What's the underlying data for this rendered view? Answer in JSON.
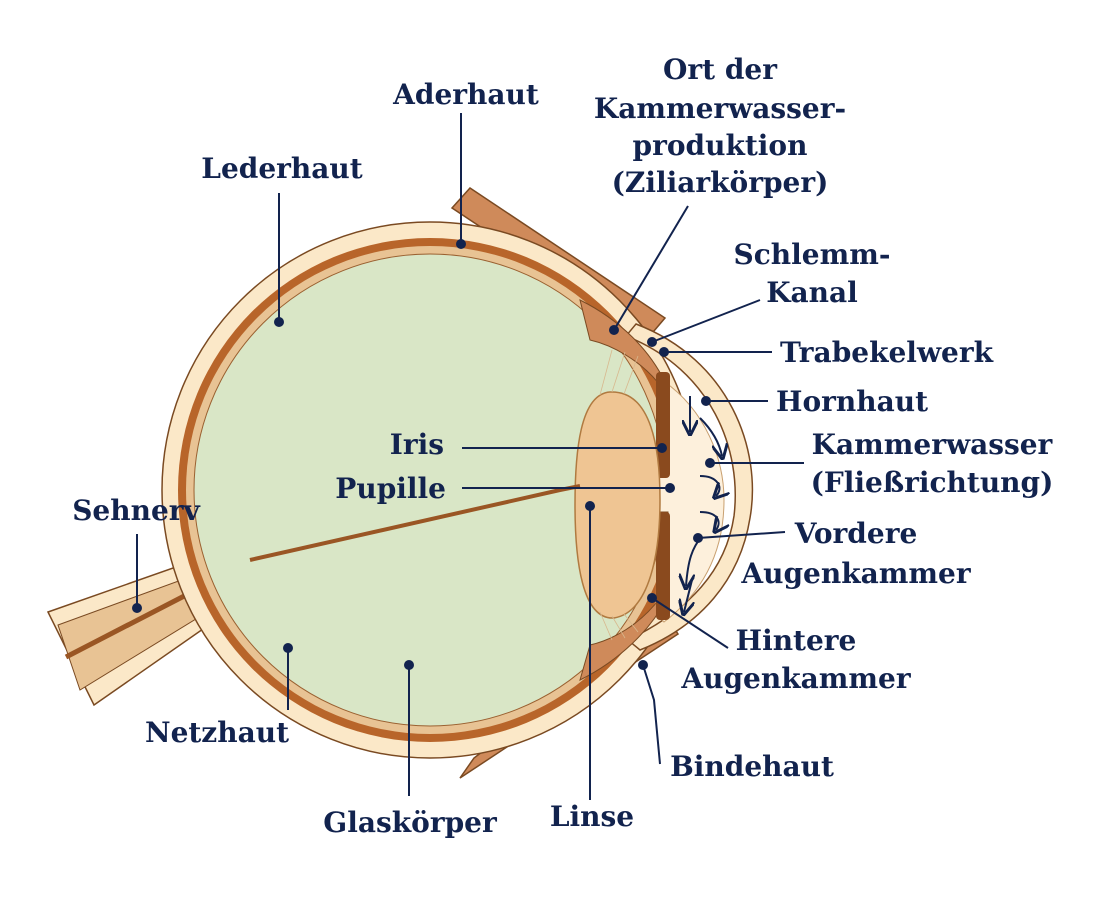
{
  "labels": {
    "aderhaut": "Aderhaut",
    "lederhaut": "Lederhaut",
    "ziliar_1": "Ort der",
    "ziliar_2": "Kammerwasser-",
    "ziliar_3": "produktion",
    "ziliar_4": "(Ziliarkörper)",
    "schlemm_1": "Schlemm-",
    "schlemm_2": "Kanal",
    "trabekelwerk": "Trabekelwerk",
    "hornhaut": "Hornhaut",
    "kammerwasser_1": "Kammerwasser",
    "kammerwasser_2": "(Fließrichtung)",
    "vordere_1": "Vordere",
    "vordere_2": "Augenkammer",
    "hintere_1": "Hintere",
    "hintere_2": "Augenkammer",
    "bindehaut": "Bindehaut",
    "linse": "Linse",
    "glaskoerper": "Glaskörper",
    "netzhaut": "Netzhaut",
    "sehnerv": "Sehnerv",
    "iris": "Iris",
    "pupille": "Pupille"
  },
  "colors": {
    "label_text": "#12234e",
    "sclera": "#fbe8c8",
    "choroid": "#b8652a",
    "retina": "#e8c394",
    "vitreous": "#d9e6c6",
    "lens": "#efc593",
    "muscle": "#cf8a5a"
  }
}
